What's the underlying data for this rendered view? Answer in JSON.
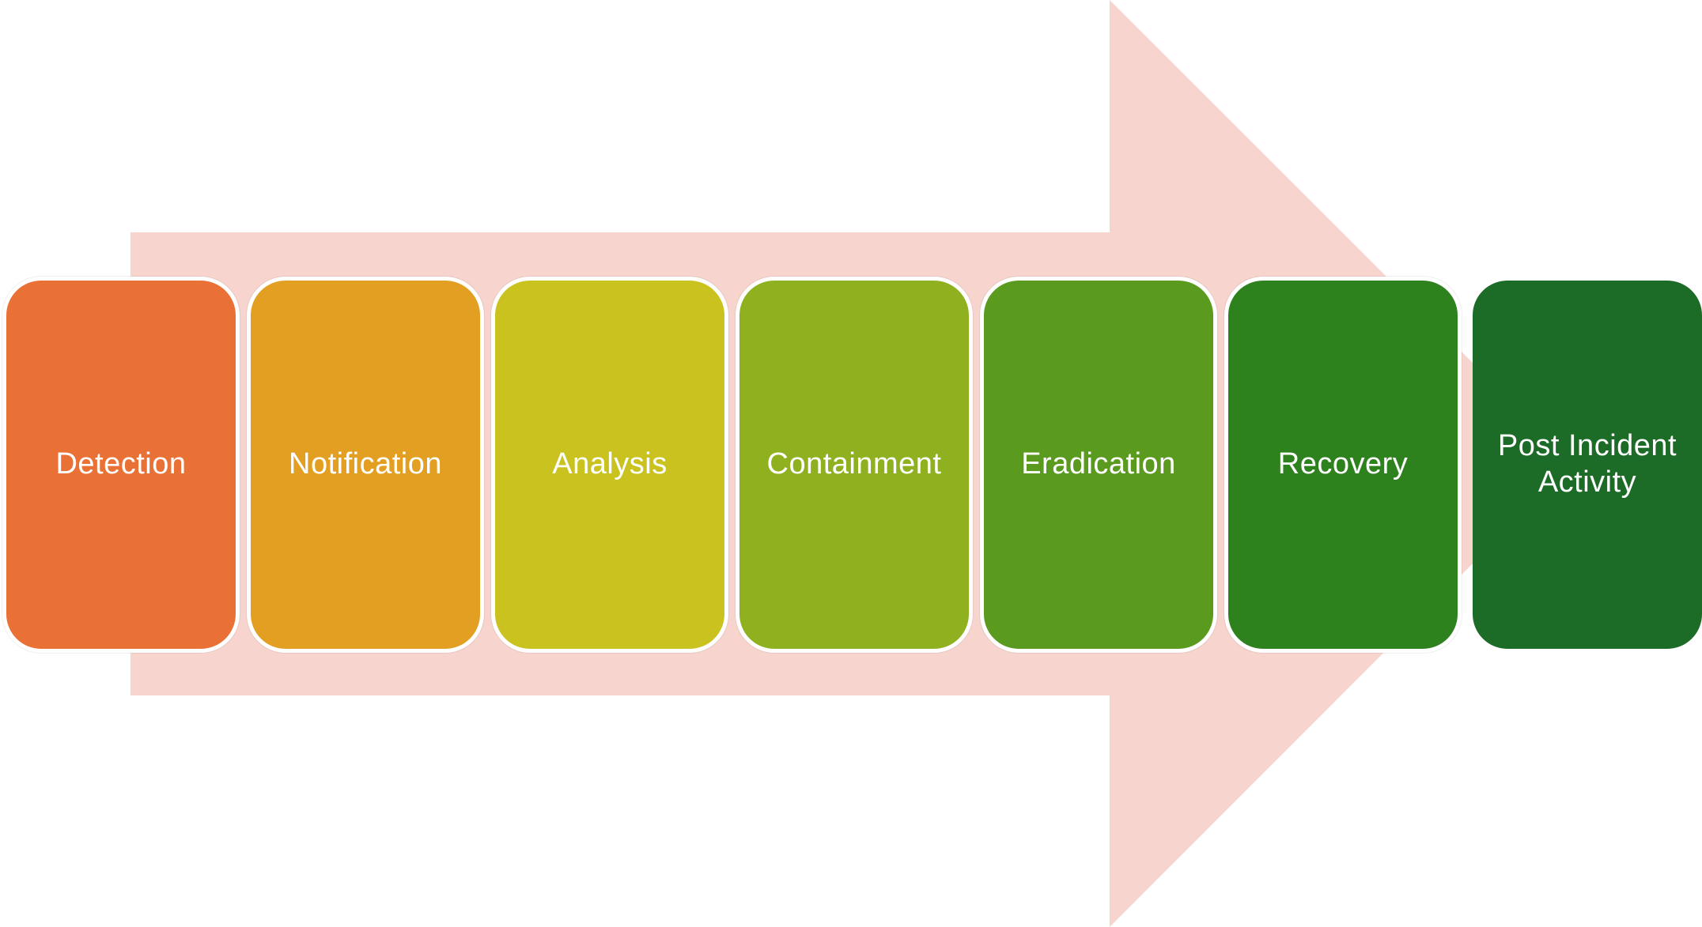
{
  "diagram": {
    "arrow_color": "#f7d5ce",
    "steps": [
      {
        "label": "Detection",
        "color": "#ea7135"
      },
      {
        "label": "Notification",
        "color": "#e29f21"
      },
      {
        "label": "Analysis",
        "color": "#c9c21f"
      },
      {
        "label": "Containment",
        "color": "#8fb11f"
      },
      {
        "label": "Eradication",
        "color": "#5a9a1f"
      },
      {
        "label": "Recovery",
        "color": "#2e821e"
      },
      {
        "label": "Post Incident Activity",
        "color": "#1c6b26"
      }
    ]
  }
}
